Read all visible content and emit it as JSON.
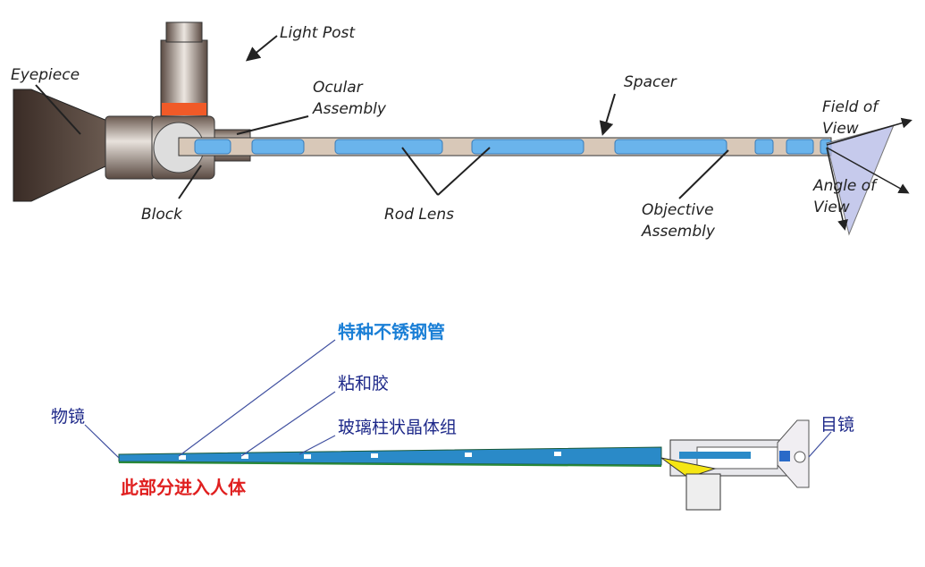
{
  "top_diagram": {
    "labels": {
      "light_post": "Light Post",
      "eyepiece": "Eyepiece",
      "ocular_1": "Ocular",
      "ocular_2": "Assembly",
      "spacer": "Spacer",
      "field_1": "Field of",
      "field_2": "View",
      "angle_1": "Angle of",
      "angle_2": "View",
      "block": "Block",
      "rod_lens": "Rod Lens",
      "objective_1": "Objective",
      "objective_2": "Assembly"
    }
  },
  "bottom_diagram": {
    "labels": {
      "steel_tube": "特种不锈钢管",
      "adhesive": "粘和胶",
      "glass_rods": "玻璃柱状晶体组",
      "objective": "物镜",
      "eyepiece": "目镜",
      "enters_body": "此部分进入人体"
    }
  },
  "colors": {
    "lens_blue": "#6ab4ec",
    "accent_red": "#e02020",
    "label_blue": "#1a7fd6"
  }
}
